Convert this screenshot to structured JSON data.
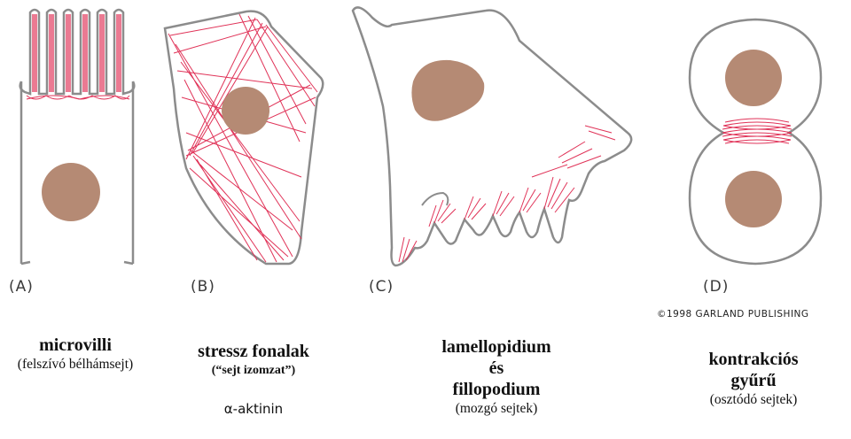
{
  "panels": [
    {
      "letter": "(A)",
      "title": "microvilli",
      "subtitle": "(felszívó bélhámsejt)"
    },
    {
      "letter": "(B)",
      "title": "stressz fonalak",
      "subtitle": "(“sejt izomzat”)",
      "extra": "α-aktinin"
    },
    {
      "letter": "(C)",
      "title_line1": "lamellopidium",
      "title_line2": "és",
      "title_line3": "fillopodium",
      "subtitle": "(mozgó sejtek)"
    },
    {
      "letter": "(D)",
      "title_line1": "kontrakciós",
      "title_line2": "gyűrű",
      "subtitle": "(osztódó sejtek)"
    }
  ],
  "copyright": "©1998 GARLAND PUBLISHING",
  "colors": {
    "outline": "#8c8c8c",
    "nucleus": "#b58a74",
    "filament": "#e03358"
  }
}
